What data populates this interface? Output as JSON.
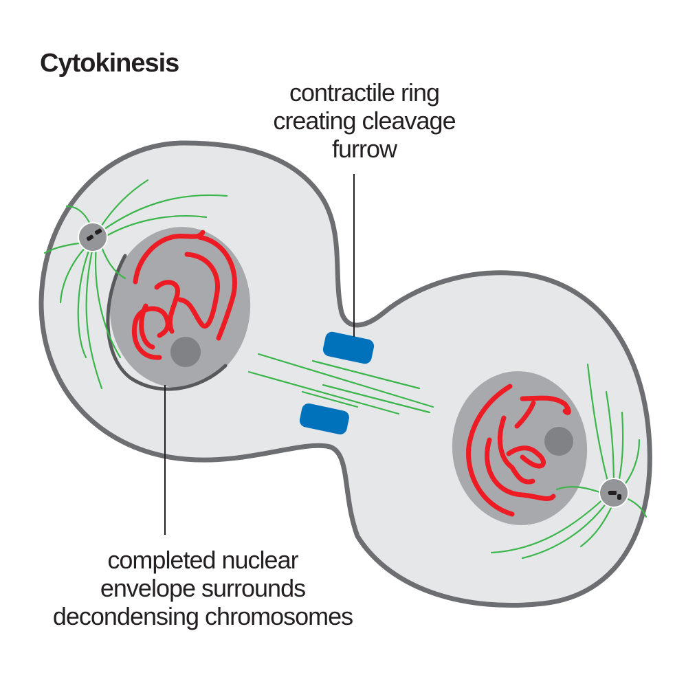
{
  "diagram": {
    "title": "Cytokinesis",
    "callouts": {
      "contractile_ring": {
        "lines": [
          "contractile ring",
          "creating cleavage",
          "furrow"
        ]
      },
      "nuclear_envelope": {
        "lines": [
          "completed nuclear",
          "envelope surrounds",
          "decondensing chromosomes"
        ]
      }
    },
    "colors": {
      "cytoplasm": "#e6e7e8",
      "membrane": "#6d6e71",
      "nucleus": "#a7a9ac",
      "nucleolus": "#808285",
      "chromosomes": "#ed1c24",
      "microtubules": "#39b54a",
      "contractile_ring": "#0072bc",
      "nuclear_envelope": "#58595b",
      "leader_line": "#231f20"
    },
    "icons": {
      "centrosome": "centrosome-icon"
    }
  }
}
